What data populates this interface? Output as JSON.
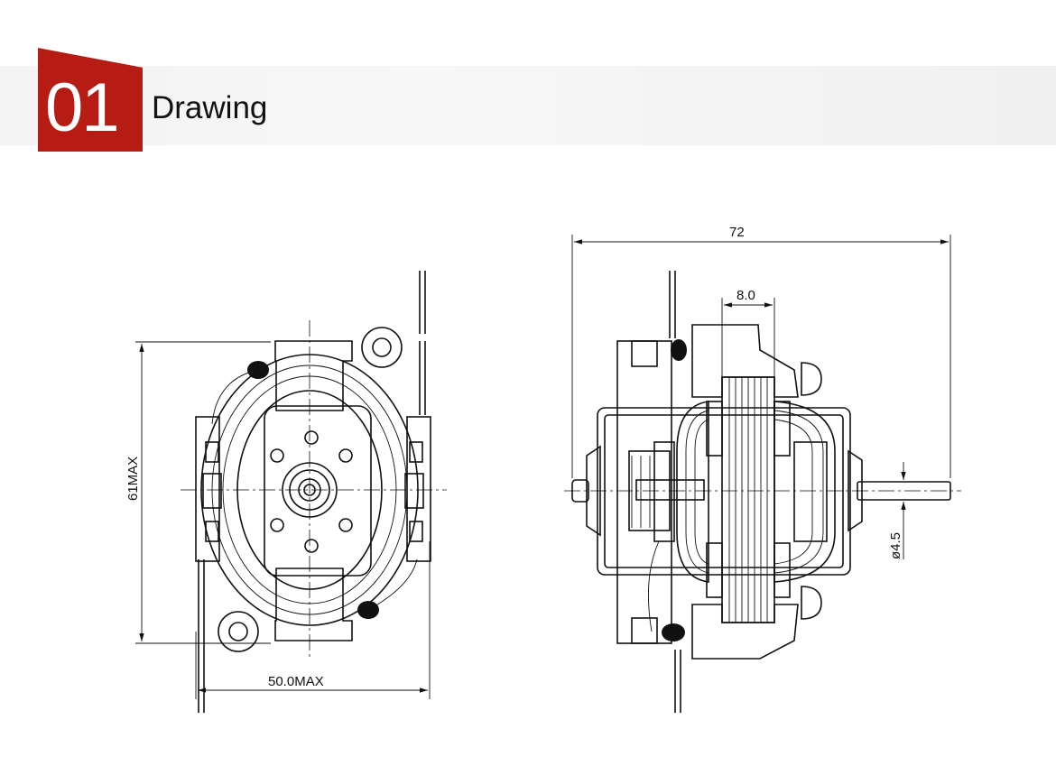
{
  "header": {
    "number": "01",
    "title": "Drawing",
    "accent_color": "#b71c14"
  },
  "front_view": {
    "height_dim": "61MAX",
    "width_dim": "50.0MAX"
  },
  "side_view": {
    "length_dim": "72",
    "stack_dim": "8.0",
    "shaft_dim": "ø4.5"
  }
}
